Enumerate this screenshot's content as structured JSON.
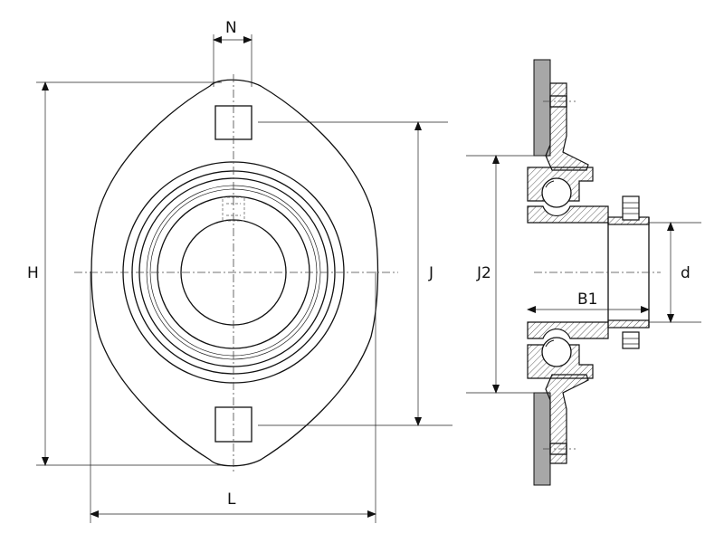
{
  "dimensions": {
    "n": "N",
    "h": "H",
    "j": "J",
    "l": "L",
    "j2": "J2",
    "b1": "B1",
    "d": "d"
  }
}
